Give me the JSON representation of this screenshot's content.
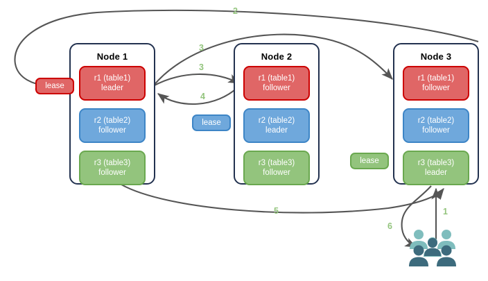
{
  "diagram": {
    "title": "Distributed database lease and replica routing diagram",
    "colors": {
      "replica_red_fill": "#e06666",
      "replica_red_border": "#cc0000",
      "replica_blue_fill": "#6fa8dc",
      "replica_blue_border": "#3d85c6",
      "replica_green_fill": "#93c47d",
      "replica_green_border": "#6aa84f",
      "node_border": "#22314f",
      "arrow": "#555555",
      "step_label": "#93c47d",
      "users_light": "#7fbdbd",
      "users_dark": "#3d6b7d"
    }
  },
  "nodes": [
    {
      "title": "Node 1",
      "replicas": [
        {
          "name": "r1 (table1)",
          "role": "leader",
          "color": "red"
        },
        {
          "name": "r2 (table2)",
          "role": "follower",
          "color": "blue"
        },
        {
          "name": "r3 (table3)",
          "role": "follower",
          "color": "green"
        }
      ]
    },
    {
      "title": "Node 2",
      "replicas": [
        {
          "name": "r1 (table1)",
          "role": "follower",
          "color": "red"
        },
        {
          "name": "r2 (table2)",
          "role": "leader",
          "color": "blue"
        },
        {
          "name": "r3 (table3)",
          "role": "follower",
          "color": "green"
        }
      ]
    },
    {
      "title": "Node 3",
      "replicas": [
        {
          "name": "r1 (table1)",
          "role": "follower",
          "color": "red"
        },
        {
          "name": "r2 (table2)",
          "role": "follower",
          "color": "blue"
        },
        {
          "name": "r3 (table3)",
          "role": "leader",
          "color": "green"
        }
      ]
    }
  ],
  "leases": [
    {
      "label": "lease",
      "color": "red"
    },
    {
      "label": "lease",
      "color": "blue"
    },
    {
      "label": "lease",
      "color": "green"
    }
  ],
  "steps": [
    {
      "label": "1"
    },
    {
      "label": "2"
    },
    {
      "label": "3"
    },
    {
      "label": "3"
    },
    {
      "label": "4"
    },
    {
      "label": "5"
    },
    {
      "label": "6"
    }
  ],
  "users": {
    "name": "clients"
  }
}
